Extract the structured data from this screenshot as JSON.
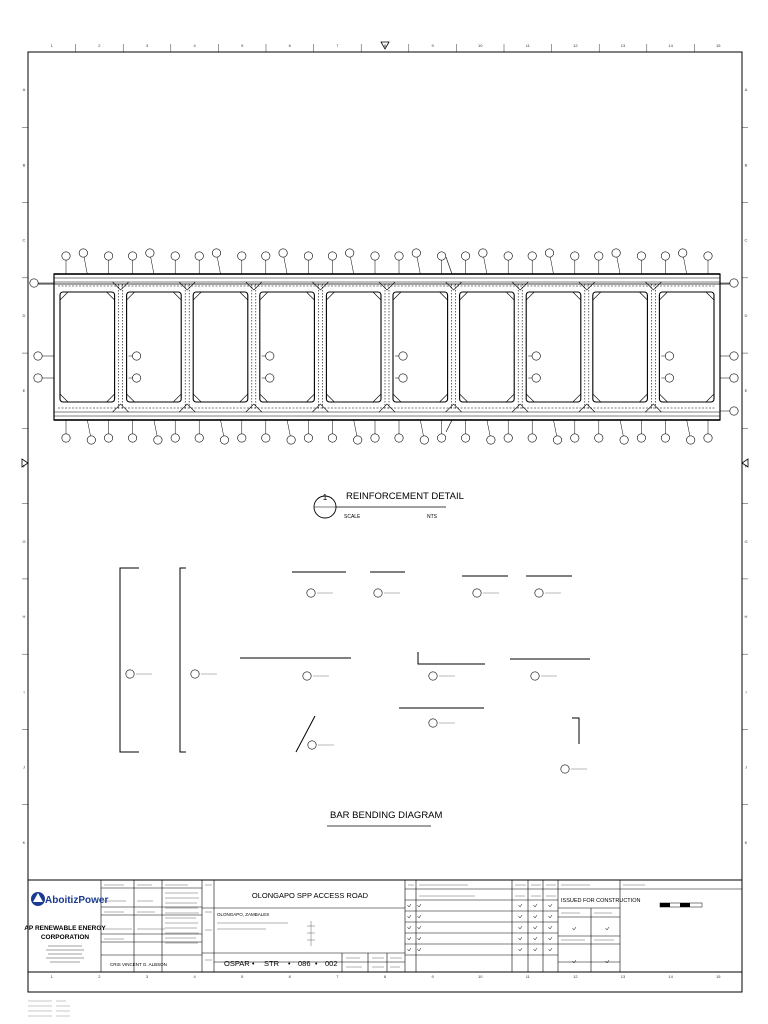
{
  "detail": {
    "number": "1",
    "title": "REINFORCEMENT DETAIL",
    "scale_label": "SCALE",
    "scale_value": "NTS"
  },
  "bar_bending": {
    "title": "BAR BENDING DIAGRAM"
  },
  "company": {
    "logo_text": "AboitizPower",
    "name_line1": "AP RENEWABLE ENERGY",
    "name_line2": "CORPORATION"
  },
  "title_block": {
    "project_title": "OLONGAPO SPP ACCESS ROAD",
    "drawing_title_line1": "OLONGAPO, ZAMBALES",
    "doc_code": "OSPAR",
    "discipline": "STR",
    "number": "086",
    "sheet": "002",
    "status": "ISSUED FOR CONSTRUCTION",
    "approver": "CRIS VINCENT G. ALBSON"
  },
  "grid": {
    "columns": [
      "1",
      "2",
      "3",
      "4",
      "5",
      "6",
      "7",
      "8",
      "9",
      "10",
      "11",
      "12",
      "13",
      "14",
      "15"
    ],
    "rows": [
      "A",
      "B",
      "C",
      "D",
      "E",
      "F",
      "G",
      "H",
      "I",
      "J",
      "K"
    ]
  },
  "colors": {
    "line": "#000000",
    "logo_blue": "#1a3b8f",
    "logo_red": "#c8102e"
  }
}
